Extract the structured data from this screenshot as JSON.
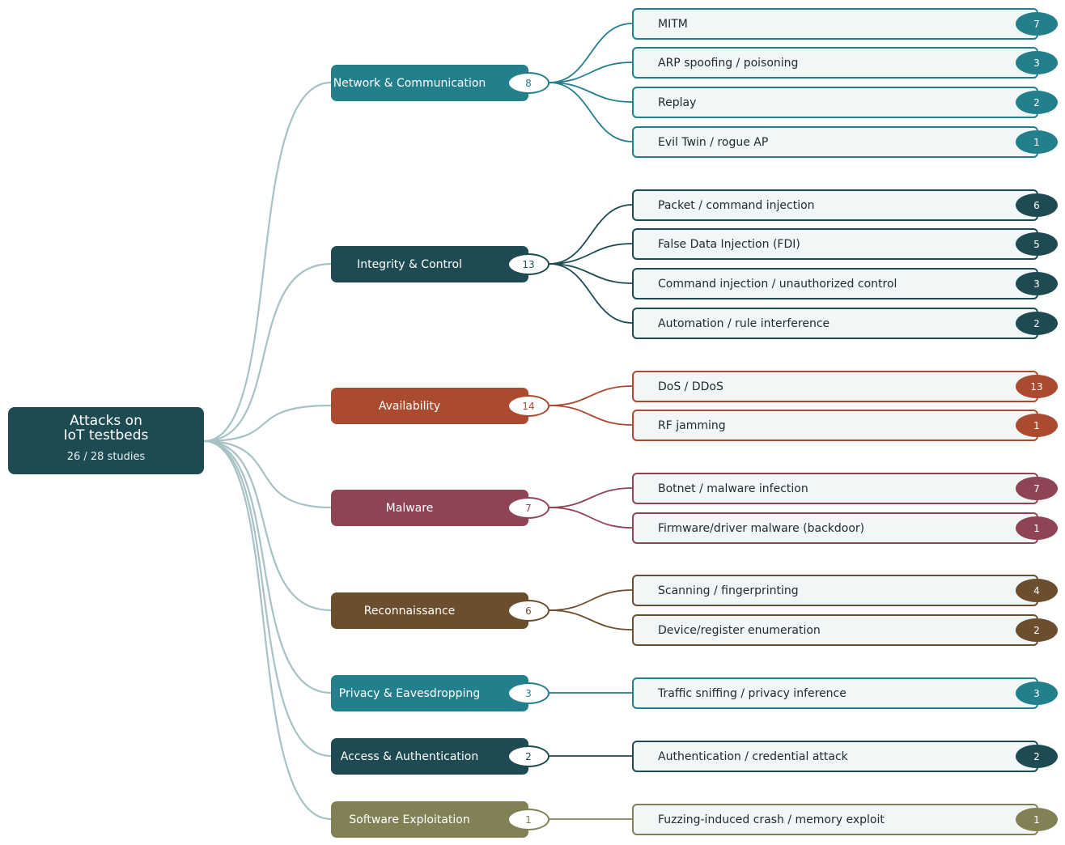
{
  "root": {
    "title": "Attacks on\nIoT testbeds",
    "subtitle": "26 / 28 studies"
  },
  "categories": [
    {
      "label": "Network & Communication",
      "count": "8",
      "color": "#237f8c",
      "leaves": [
        {
          "label": "MITM",
          "count": "7"
        },
        {
          "label": "ARP spoofing / poisoning",
          "count": "3"
        },
        {
          "label": "Replay",
          "count": "2"
        },
        {
          "label": "Evil Twin / rogue AP",
          "count": "1"
        }
      ]
    },
    {
      "label": "Integrity & Control",
      "count": "13",
      "color": "#1e4a52",
      "leaves": [
        {
          "label": "Packet / command injection",
          "count": "6"
        },
        {
          "label": "False Data Injection (FDI)",
          "count": "5"
        },
        {
          "label": "Command injection / unauthorized control",
          "count": "3"
        },
        {
          "label": "Automation / rule interference",
          "count": "2"
        }
      ]
    },
    {
      "label": "Availability",
      "count": "14",
      "color": "#aa4a2f",
      "leaves": [
        {
          "label": "DoS / DDoS",
          "count": "13"
        },
        {
          "label": "RF jamming",
          "count": "1"
        }
      ]
    },
    {
      "label": "Malware",
      "count": "7",
      "color": "#8f4455",
      "leaves": [
        {
          "label": "Botnet / malware infection",
          "count": "7"
        },
        {
          "label": "Firmware/driver malware (backdoor)",
          "count": "1"
        }
      ]
    },
    {
      "label": "Reconnaissance",
      "count": "6",
      "color": "#6b4e2d",
      "leaves": [
        {
          "label": "Scanning / fingerprinting",
          "count": "4"
        },
        {
          "label": "Device/register enumeration",
          "count": "2"
        }
      ]
    },
    {
      "label": "Privacy & Eavesdropping",
      "count": "3",
      "color": "#237f8c",
      "leaves": [
        {
          "label": "Traffic sniffing / privacy inference",
          "count": "3"
        }
      ]
    },
    {
      "label": "Access & Authentication",
      "count": "2",
      "color": "#1e4a52",
      "leaves": [
        {
          "label": "Authentication / credential attack",
          "count": "2"
        }
      ]
    },
    {
      "label": "Software Exploitation",
      "count": "1",
      "color": "#828055",
      "leaves": [
        {
          "label": "Fuzzing-induced crash / memory exploit",
          "count": "1"
        }
      ]
    }
  ]
}
